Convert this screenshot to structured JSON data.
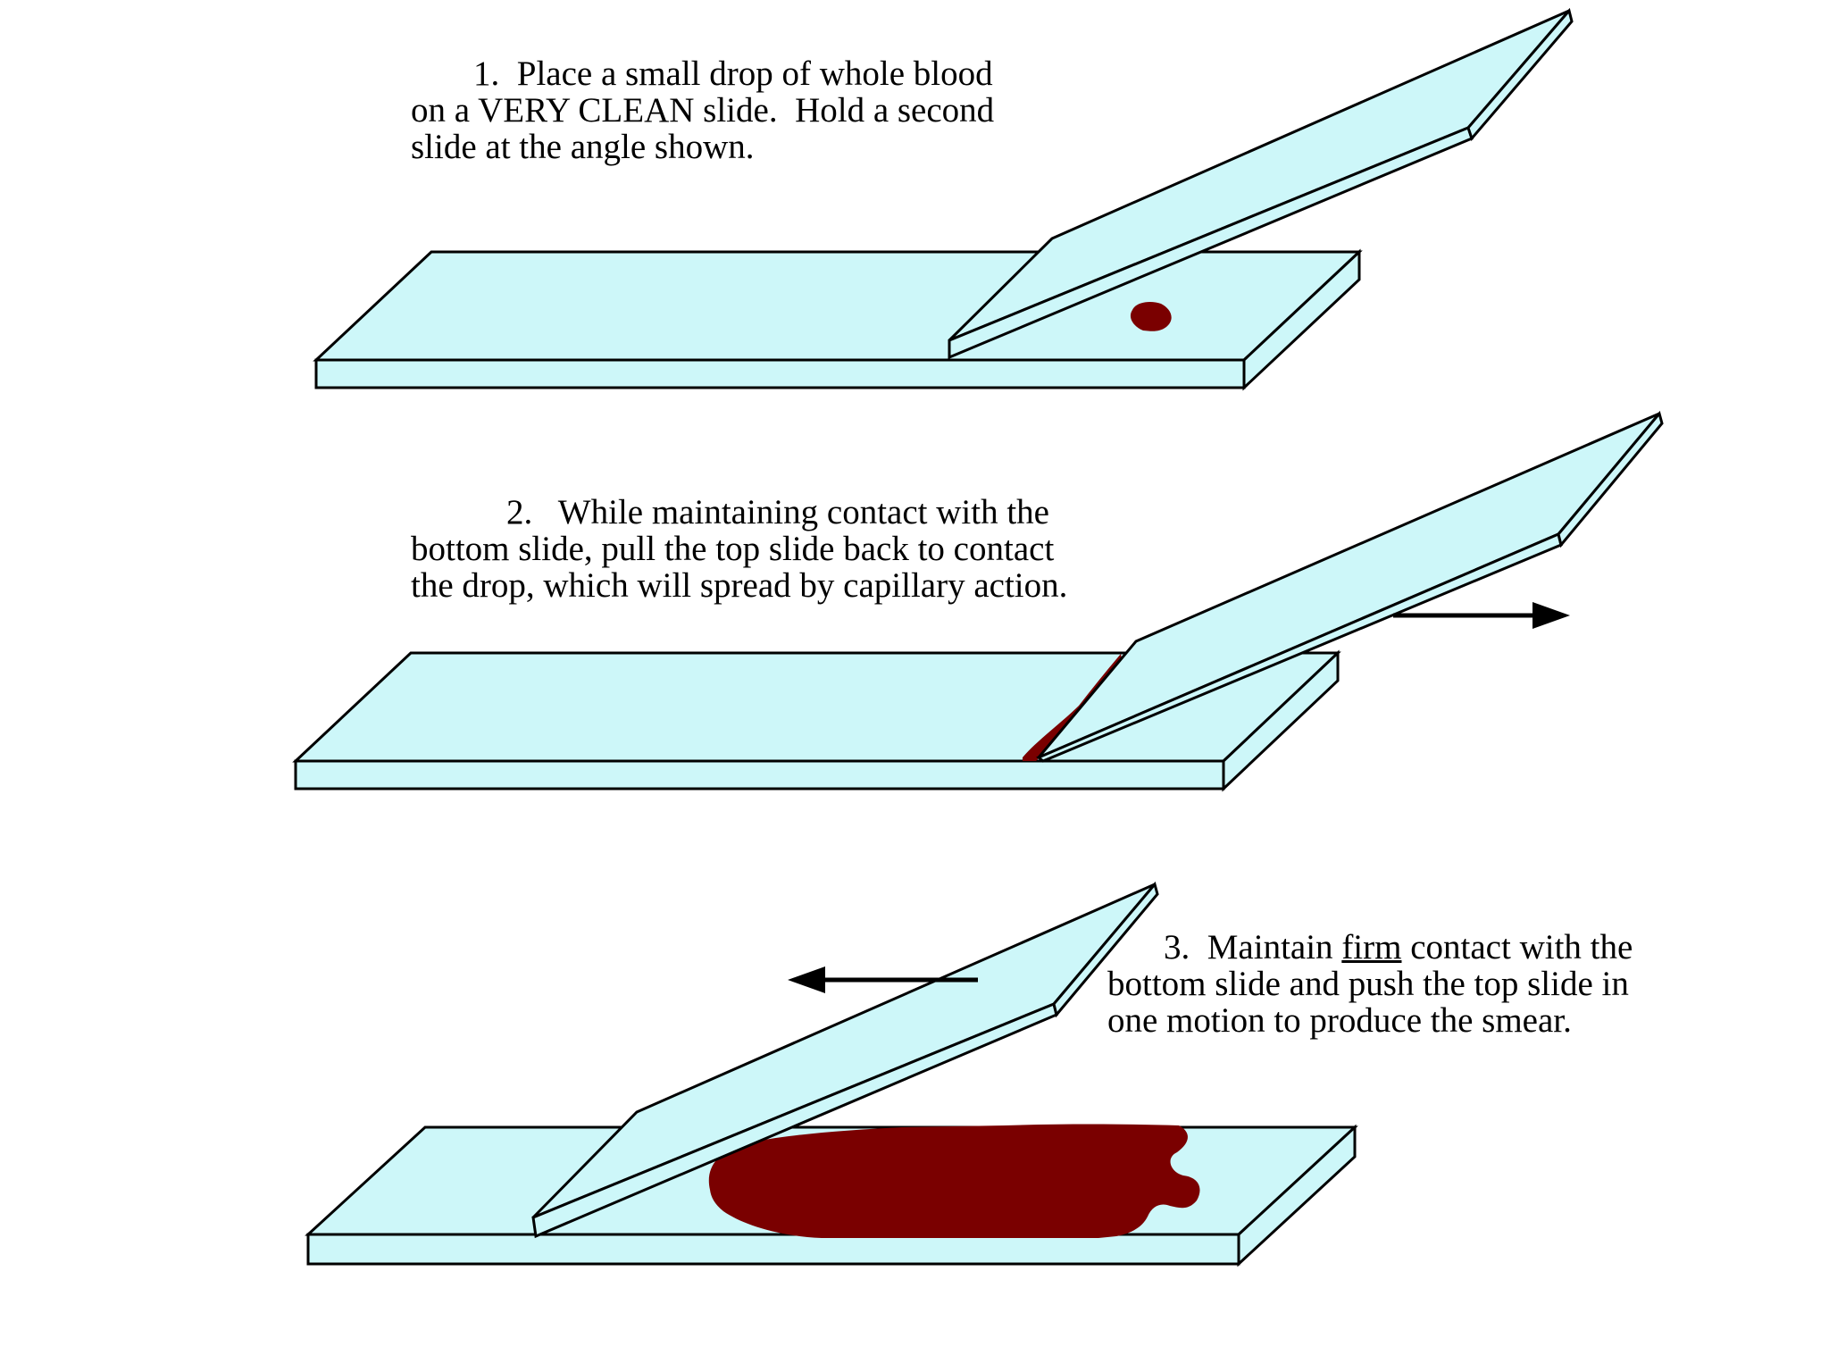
{
  "colors": {
    "glass": "#cdf7f9",
    "outline": "#000000",
    "blood": "#7a0000",
    "background": "#ffffff"
  },
  "steps": [
    {
      "number": "1.",
      "lines": [
        "Place a small drop of whole blood",
        "on a VERY CLEAN slide.  Hold a second",
        "slide at the angle shown."
      ]
    },
    {
      "number": "2.",
      "lines": [
        "While maintaining contact with the",
        "bottom slide, pull the top slide back to contact",
        "the drop, which will spread by capillary action."
      ]
    },
    {
      "number": "3.",
      "line1_before": "Maintain ",
      "line1_underlined": "firm",
      "line1_after": " contact with the",
      "lines": [
        "bottom slide and push the top slide in",
        "one motion to produce the smear."
      ]
    }
  ],
  "arrows": {
    "step2": "right",
    "step3": "left"
  }
}
